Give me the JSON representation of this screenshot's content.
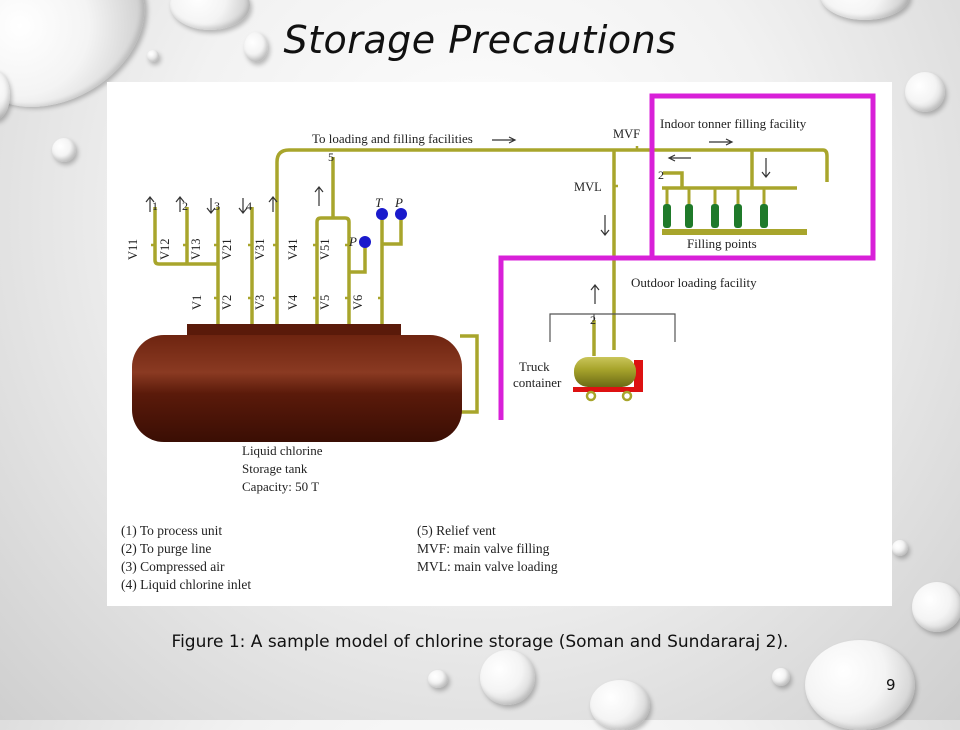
{
  "slide": {
    "title": "Storage Precautions",
    "caption": "Figure 1: A sample model of chlorine storage (Soman and Sundararaj 2).",
    "page_number": "9"
  },
  "diagram": {
    "colors": {
      "pipe": "#a8a52c",
      "tank": "#5a1a0a",
      "boundary": "#d820d8",
      "gauge": "#1a1acc",
      "cylinder": "#1f7a2a",
      "truck_frame": "#dd1111"
    },
    "top_line_label": "To loading and filling facilities",
    "valves_upper": [
      "V11",
      "V12",
      "V13",
      "V21",
      "V31",
      "V41",
      "V51"
    ],
    "valves_lower": [
      "V1",
      "V2",
      "V3",
      "V4",
      "V5",
      "V6"
    ],
    "line_numbers": [
      "1",
      "2",
      "3",
      "4",
      "5"
    ],
    "gauges": [
      "T",
      "P",
      "P"
    ],
    "mvf": "MVF",
    "mvl": "MVL",
    "indoor_label": "Indoor tonner filling facility",
    "indoor_line_number": "2",
    "filling_points_label": "Filling points",
    "outdoor_label": "Outdoor loading facility",
    "outdoor_line_number": "2",
    "truck_label_1": "Truck",
    "truck_label_2": "container",
    "tank_label_1": "Liquid chlorine",
    "tank_label_2": "Storage tank",
    "tank_label_3": "Capacity: 50 T"
  },
  "legend": {
    "left": [
      "(1) To process unit",
      "(2) To purge line",
      "(3) Compressed air",
      "(4) Liquid chlorine inlet"
    ],
    "right": [
      "(5) Relief vent",
      "MVF: main valve filling",
      "MVL: main valve loading"
    ]
  }
}
